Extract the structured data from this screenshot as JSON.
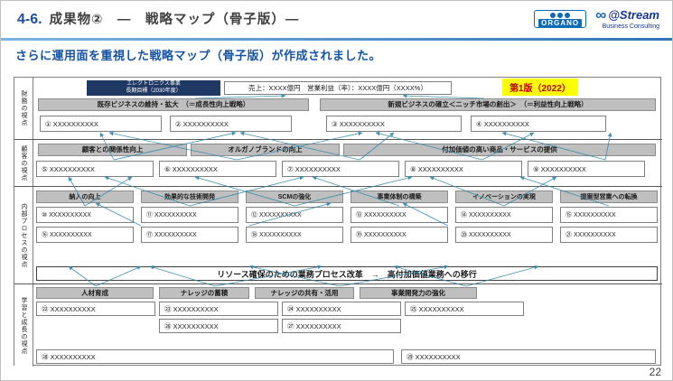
{
  "slide": {
    "section_number": "4-6.",
    "title": "成果物②　―　戦略マップ（骨子版）―",
    "subtitle": "さらに運用面を重視した戦略マップ（骨子版）が作成されました。",
    "version_badge": "第1版（2022）",
    "page_number": "22"
  },
  "logos": {
    "organo_name": "ORGANO",
    "infinity": "∞",
    "stream_name": "@Stream",
    "stream_subtitle": "Business Consulting"
  },
  "goal": {
    "business_line1": "エレクトロニクス事業",
    "business_line2": "長期目標（2030年度）",
    "kpi": "売上：XXXX億円　営業利益（率）：XXXX億円（XXXX%）"
  },
  "perspectives": {
    "financial": "財務の視点",
    "customer": "顧客の視点",
    "internal": "内部プロセスの視点",
    "learning": "学習と成長の視点"
  },
  "financial": {
    "group1_header": "既存ビジネスの維持・拡大　（＝成長性向上戦略）",
    "group2_header": "新規ビジネスの確立＜ニッチ市場の創出＞　（＝利益性向上戦略）",
    "items": [
      "① XXXXXXXXXX",
      "② XXXXXXXXXX",
      "③ XXXXXXXXXX",
      "④ XXXXXXXXXX"
    ]
  },
  "customer": {
    "headers": [
      "顧客との関係性向上",
      "オルガノブランドの向上",
      "付加価値の高い商品・サービスの提供"
    ],
    "items": [
      "⑤ XXXXXXXXXX",
      "⑥ XXXXXXXXXX",
      "⑦ XXXXXXXXXX",
      "⑧ XXXXXXXXXX",
      "⑨ XXXXXXXXXX"
    ]
  },
  "internal": {
    "headers": [
      "納入の向上",
      "効果的な技術開発",
      "SCMの強化",
      "事業体制の構築",
      "イノベーションの実現",
      "提案型営業への転換"
    ],
    "row1": [
      "⑩ XXXXXXXXXX",
      "⑪ XXXXXXXXXX",
      "⑫ XXXXXXXXXX",
      "⑬ XXXXXXXXXX",
      "⑭ XXXXXXXXXX",
      "⑮ XXXXXXXXXX"
    ],
    "row2": [
      "⑯ XXXXXXXXXX",
      "⑰ XXXXXXXXXX",
      "⑱ XXXXXXXXXX",
      "⑲ XXXXXXXXXX",
      "⑳ XXXXXXXXXX",
      "㉑ XXXXXXXXXX"
    ],
    "reform_bar": "リソース確保のための業務プロセス改革　→　高付加価値業務への移行"
  },
  "learning": {
    "headers": [
      "人材育成",
      "ナレッジの蓄積",
      "ナレッジの共有・活用",
      "事業開発力の強化"
    ],
    "row1": [
      "㉒ XXXXXXXXXX",
      "㉓ XXXXXXXXXX",
      "㉔ XXXXXXXXXX",
      "㉕ XXXXXXXXXX"
    ],
    "row2": [
      "㉖ XXXXXXXXXX",
      "㉗ XXXXXXXXXX"
    ],
    "bottom": [
      "㉘ XXXXXXXXXX",
      "㉙ XXXXXXXXXX"
    ]
  }
}
